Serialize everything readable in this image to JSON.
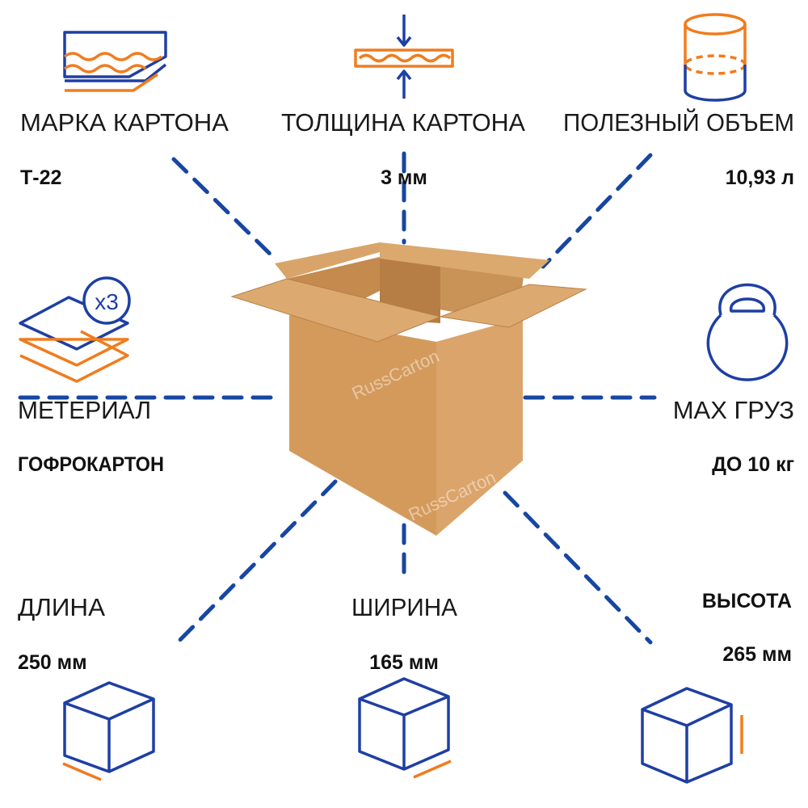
{
  "specs": {
    "grade": {
      "label": "МАРКА КАРТОНА",
      "value": "Т-22",
      "icon": "layered-cardboard-icon"
    },
    "thickness": {
      "label": "ТОЛЩИНА КАРТОНА",
      "value": "3 мм",
      "icon": "thickness-icon"
    },
    "volume": {
      "label": "ПОЛЕЗНЫЙ ОБЪЕМ",
      "value": "10,93 л",
      "icon": "cylinder-volume-icon"
    },
    "material": {
      "label": "МЕТЕРИАЛ",
      "value": "ГОФРОКАРТОН",
      "icon": "three-layer-icon",
      "badge": "x3"
    },
    "load": {
      "label": "MAX ГРУЗ",
      "value": "ДО 10 кг",
      "icon": "kettlebell-icon"
    },
    "length": {
      "label": "ДЛИНА",
      "value": "250 мм",
      "icon": "cube-length-icon"
    },
    "width": {
      "label": "ШИРИНА",
      "value": "165 мм",
      "icon": "cube-width-icon"
    },
    "height": {
      "label": "ВЫСОТА",
      "value": "265 мм",
      "icon": "cube-height-icon"
    }
  },
  "watermark": "RussCarton",
  "colors": {
    "blue": "#1e3fa3",
    "orange": "#f07c1e",
    "cardboard": "#d9a066"
  }
}
